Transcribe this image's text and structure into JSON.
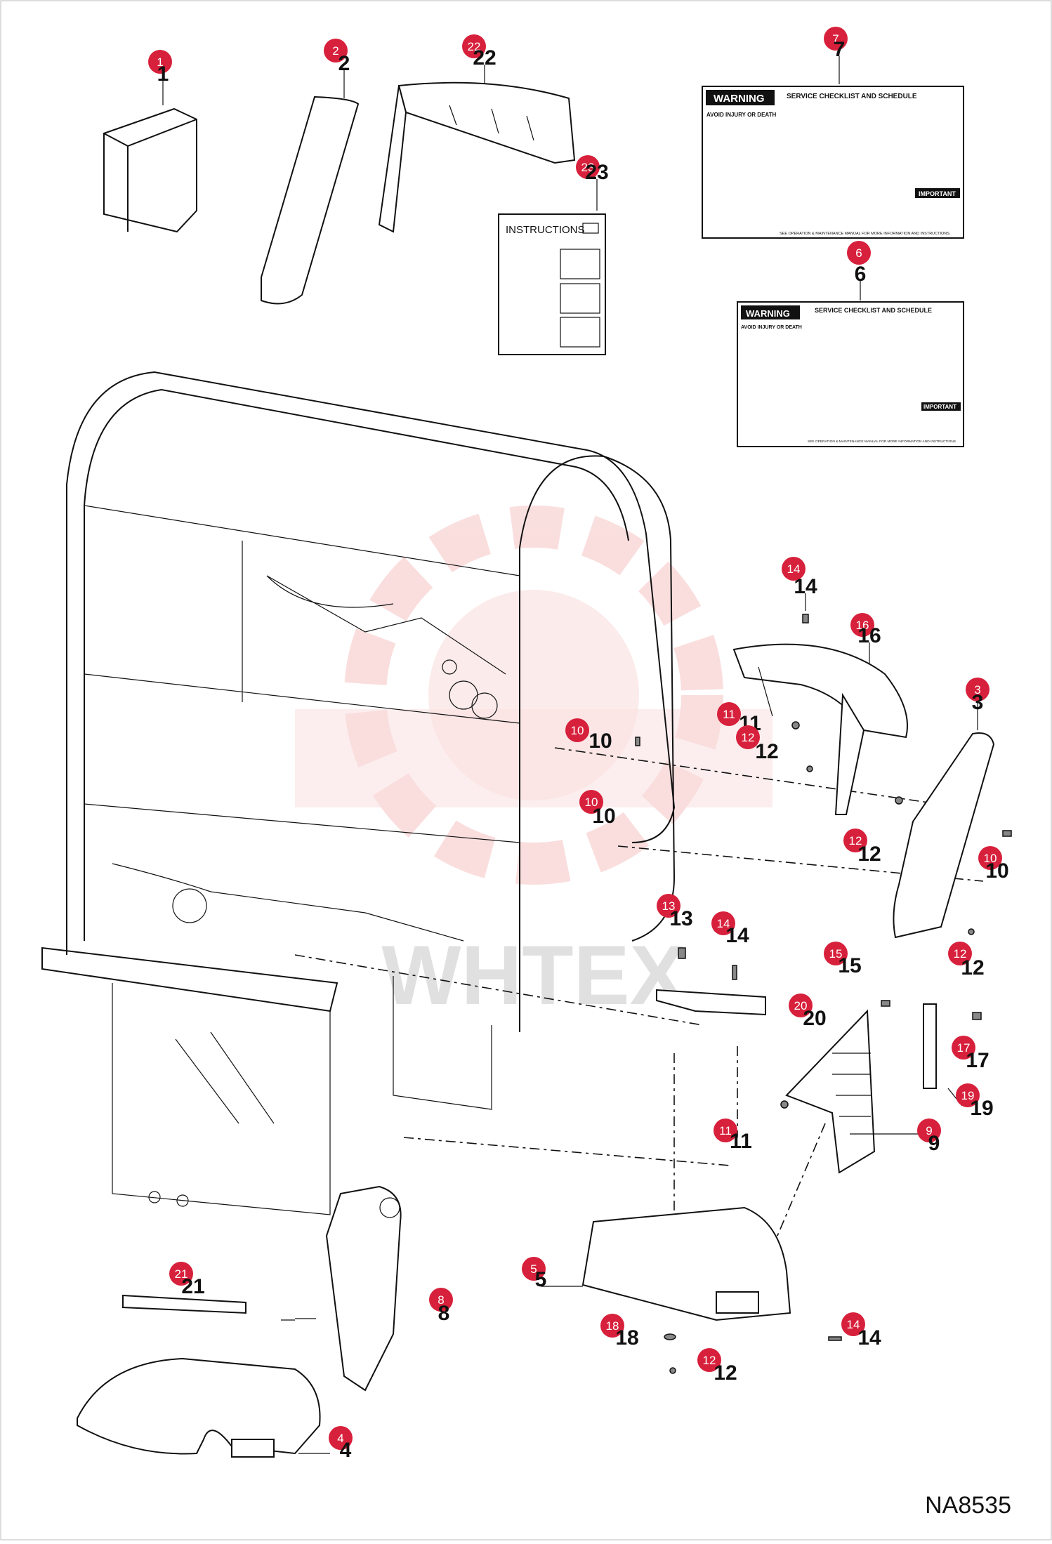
{
  "drawing_code": "NA8535",
  "watermark_text": "WHTEX",
  "decals": {
    "instructions_title": "INSTRUCTIONS",
    "warning_title": "WARNING",
    "warning_subtitle": "AVOID INJURY OR DEATH",
    "checklist_title": "SERVICE CHECKLIST AND SCHEDULE",
    "important_title": "IMPORTANT",
    "footer": "SEE OPERATION & MAINTENANCE MANUAL FOR MORE INFORMATION AND INSTRUCTIONS."
  },
  "callouts": [
    {
      "id": "c1",
      "label": "1",
      "number": "1"
    },
    {
      "id": "c2",
      "label": "2",
      "number": "2"
    },
    {
      "id": "c22",
      "label": "22",
      "number": "22"
    },
    {
      "id": "c23",
      "label": "23",
      "number": "23"
    },
    {
      "id": "c7",
      "label": "7",
      "number": "7"
    },
    {
      "id": "c6",
      "label": "6",
      "number": "6"
    },
    {
      "id": "c14a",
      "label": "14",
      "number": "14"
    },
    {
      "id": "c16",
      "label": "16",
      "number": "16"
    },
    {
      "id": "c3",
      "label": "3",
      "number": "3"
    },
    {
      "id": "c11a",
      "label": "11",
      "number": "11"
    },
    {
      "id": "c12a",
      "label": "12",
      "number": "12"
    },
    {
      "id": "c10a",
      "label": "10",
      "number": "10"
    },
    {
      "id": "c10b",
      "label": "10",
      "number": "10"
    },
    {
      "id": "c12b",
      "label": "12",
      "number": "12"
    },
    {
      "id": "c10c",
      "label": "10",
      "number": "10"
    },
    {
      "id": "c12c",
      "label": "12",
      "number": "12"
    },
    {
      "id": "c13",
      "label": "13",
      "number": "13"
    },
    {
      "id": "c14b",
      "label": "14",
      "number": "14"
    },
    {
      "id": "c15",
      "label": "15",
      "number": "15"
    },
    {
      "id": "c20",
      "label": "20",
      "number": "20"
    },
    {
      "id": "c17",
      "label": "17",
      "number": "17"
    },
    {
      "id": "c19",
      "label": "19",
      "number": "19"
    },
    {
      "id": "c11b",
      "label": "11",
      "number": "11"
    },
    {
      "id": "c9",
      "label": "9",
      "number": "9"
    },
    {
      "id": "c21",
      "label": "21",
      "number": "21"
    },
    {
      "id": "c8",
      "label": "8",
      "number": "8"
    },
    {
      "id": "c5",
      "label": "5",
      "number": "5"
    },
    {
      "id": "c18",
      "label": "18",
      "number": "18"
    },
    {
      "id": "c14c",
      "label": "14",
      "number": "14"
    },
    {
      "id": "c12d",
      "label": "12",
      "number": "12"
    },
    {
      "id": "c4",
      "label": "4",
      "number": "4"
    }
  ],
  "colors": {
    "badge": "#d7203b",
    "watermark": "#e23a3a"
  }
}
